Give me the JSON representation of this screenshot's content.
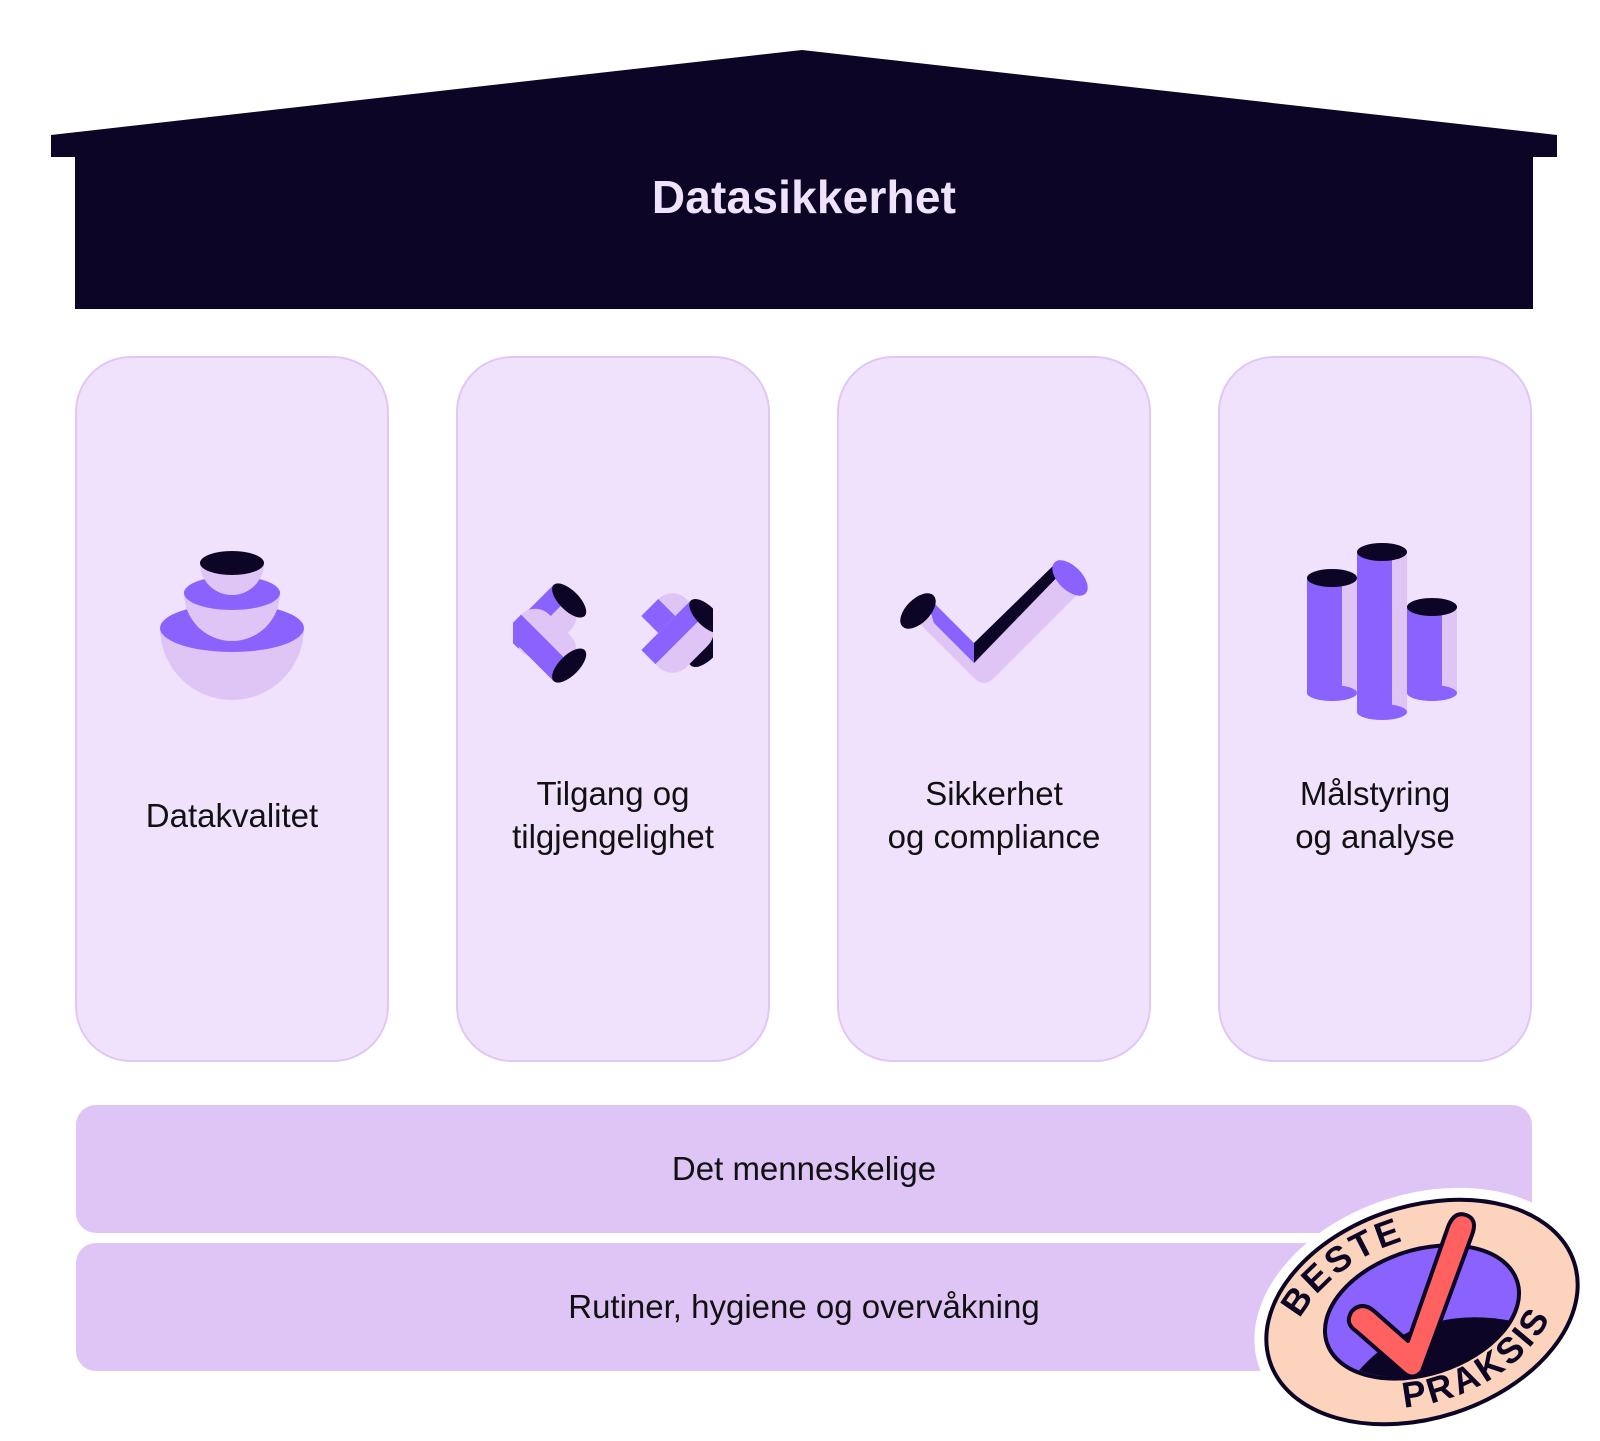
{
  "title": "Datasikkerhet",
  "colors": {
    "roof": "#0c0525",
    "title_text": "#efe3fb",
    "pillar_fill": "#f0e2fc",
    "pillar_border": "#e0c8f6",
    "foundation_fill": "#dfc5f5",
    "icon_purple": "#8a63ff",
    "icon_lilac": "#dfc5f5",
    "icon_dark": "#0c0525",
    "badge_peach": "#fcd3bd",
    "badge_red": "#ff6161",
    "badge_purple": "#8a63ff"
  },
  "pillars": [
    {
      "label_lines": [
        "Datakvalitet"
      ],
      "icon": "stacked-bowls-icon"
    },
    {
      "label_lines": [
        "Tilgang og",
        "tilgjengelighet"
      ],
      "icon": "diamond-cylinders-icon"
    },
    {
      "label_lines": [
        "Sikkerhet",
        "og compliance"
      ],
      "icon": "checkmark-icon"
    },
    {
      "label_lines": [
        "Målstyring",
        "og analyse"
      ],
      "icon": "bar-cylinders-icon"
    }
  ],
  "foundations": [
    {
      "label": "Det menneskelige"
    },
    {
      "label": "Rutiner, hygiene og overvåkning"
    }
  ],
  "badge": {
    "top_text": "BESTE",
    "bottom_text": "PRAKSIS",
    "icon": "checkmark-badge-icon"
  }
}
